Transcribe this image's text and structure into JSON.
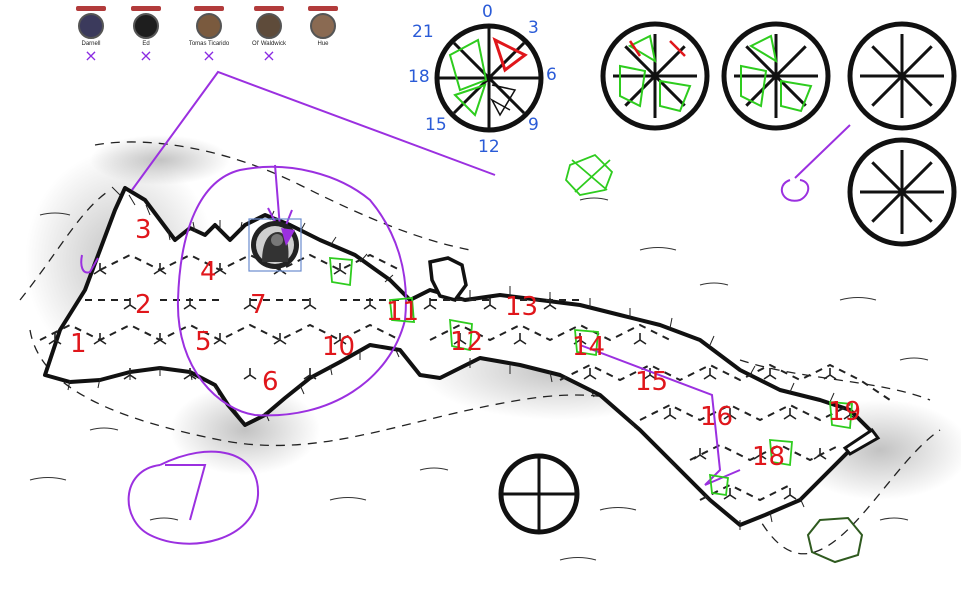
{
  "players": [
    {
      "name": "Darnell",
      "bar_color": "#b0b0b0",
      "face_color": "#3b3a5c",
      "mark": "×"
    },
    {
      "name": "Ed",
      "bar_color": "#b23b3b",
      "face_color": "#1e1e1e",
      "mark": "×"
    },
    {
      "name": "Tomas Ticarido",
      "bar_color": "#b23b3b",
      "face_color": "#7a5a3e",
      "mark": "×"
    },
    {
      "name": "Ol' Waldwick",
      "bar_color": "#b23b3b",
      "face_color": "#5e4b3a",
      "mark": "×"
    },
    {
      "name": "Hue",
      "bar_color": "#b23b3b",
      "face_color": "#8a6a52",
      "mark": ""
    }
  ],
  "clock_numbers": [
    "0",
    "3",
    "6",
    "9",
    "12",
    "15",
    "18",
    "21"
  ],
  "hex_numbers": [
    "1",
    "2",
    "3",
    "4",
    "5",
    "6",
    "7",
    "10",
    "11",
    "12",
    "13",
    "14",
    "15",
    "16",
    "18",
    "19"
  ],
  "colors": {
    "red": "#e0161b",
    "blue": "#2a5bd7",
    "green": "#2ecc1e",
    "purple": "#9b30e0",
    "dark_green": "#2f5a1f"
  },
  "token": {
    "icon": "character-token-icon"
  },
  "wheels": {
    "icon": "spoke-wheel-icon"
  }
}
